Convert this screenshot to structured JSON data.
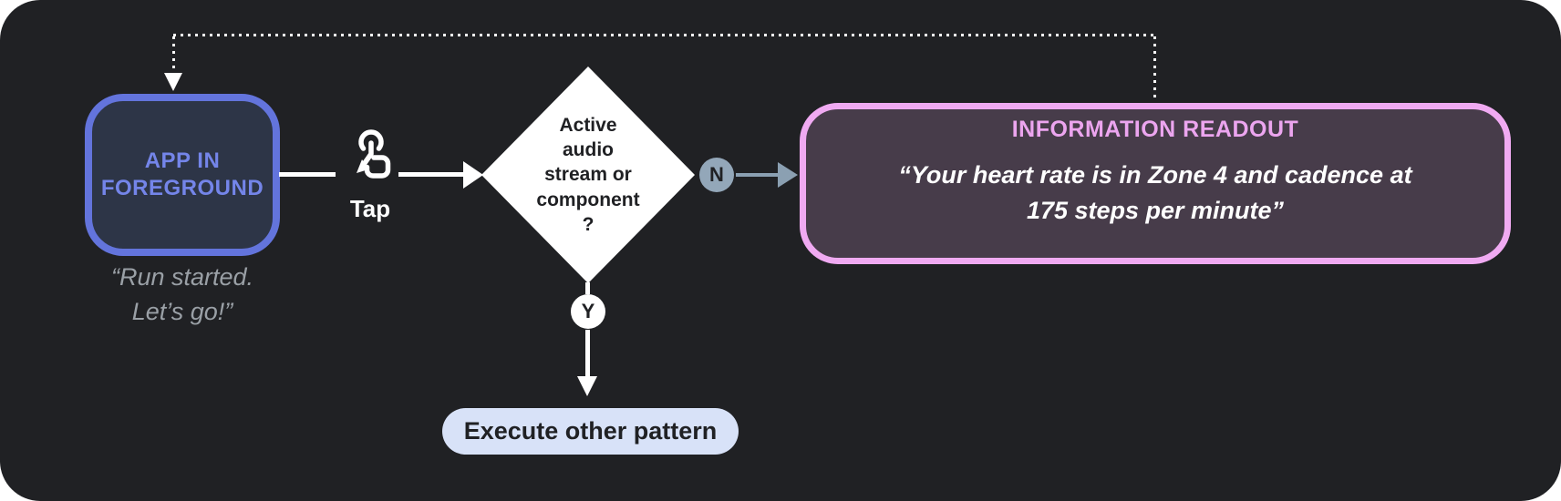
{
  "diagram": {
    "app_node": {
      "label": "APP IN\nFOREGROUND",
      "caption": "“Run started.\nLet’s go!”"
    },
    "tap": {
      "label": "Tap"
    },
    "decision": {
      "question": "Active\naudio\nstream or\ncomponent\n?"
    },
    "branches": {
      "no": "N",
      "yes": "Y"
    },
    "readout": {
      "title": "INFORMATION READOUT",
      "quote": "“Your heart rate is in Zone 4 and cadence at\n175 steps per minute”"
    },
    "execute": {
      "label": "Execute other pattern"
    },
    "colors": {
      "panel_bg": "#202124",
      "app_border": "#6374DC",
      "app_fill": "#2D3547",
      "app_text": "#7485E9",
      "caption_text": "#9AA0A6",
      "decision_fill": "#FFFFFF",
      "no_badge_fill": "#93A7B9",
      "gray_arrow": "#8BA0B2",
      "readout_border": "#F0AAF2",
      "readout_fill": "#473C4A",
      "readout_title": "#ECA5EF",
      "execute_fill": "#D8E2F8",
      "ink": "#202124",
      "line": "#FFFFFF"
    }
  }
}
